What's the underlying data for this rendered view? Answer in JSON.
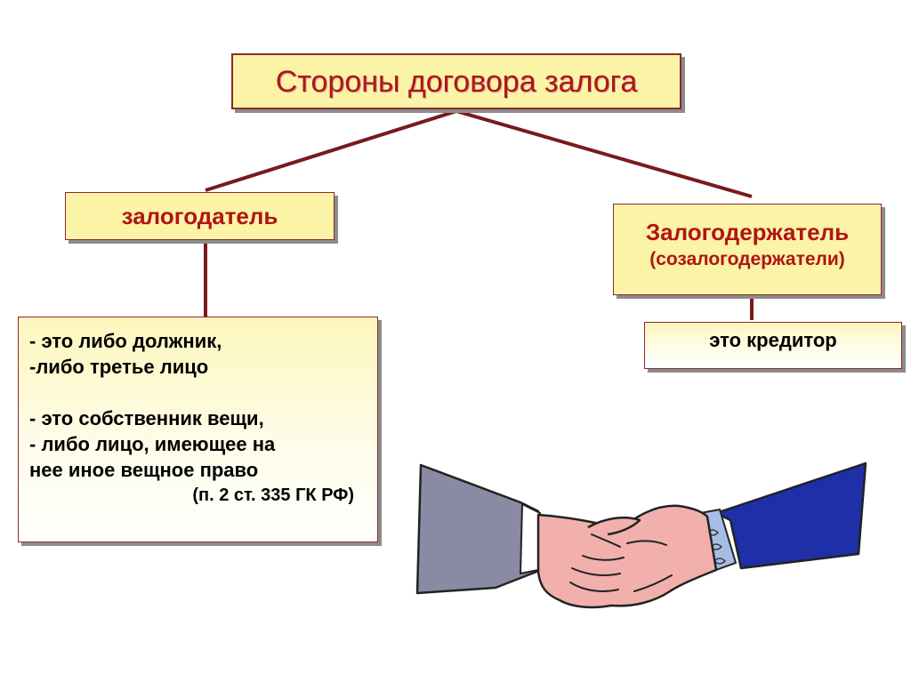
{
  "diagram": {
    "title": "Стороны договора залога",
    "pledgor": {
      "label": "залогодатель",
      "definition": {
        "line1": "- это либо должник,",
        "line2": "-либо третье лицо",
        "line3": "- это собственник вещи,",
        "line4": "- либо лицо, имеющее на",
        "line5": "нее иное вещное право",
        "reference": "(п. 2 ст. 335 ГК РФ)"
      }
    },
    "pledgee": {
      "label": "Залогодержатель",
      "sublabel": "(созалогодержатели)",
      "definition": "это кредитор"
    },
    "colors": {
      "box_fill": "#fbf3a6",
      "border": "#8b2a2a",
      "heading_text": "#b01515",
      "connector": "#7a1a1a"
    },
    "illustration": "handshake-icon"
  }
}
